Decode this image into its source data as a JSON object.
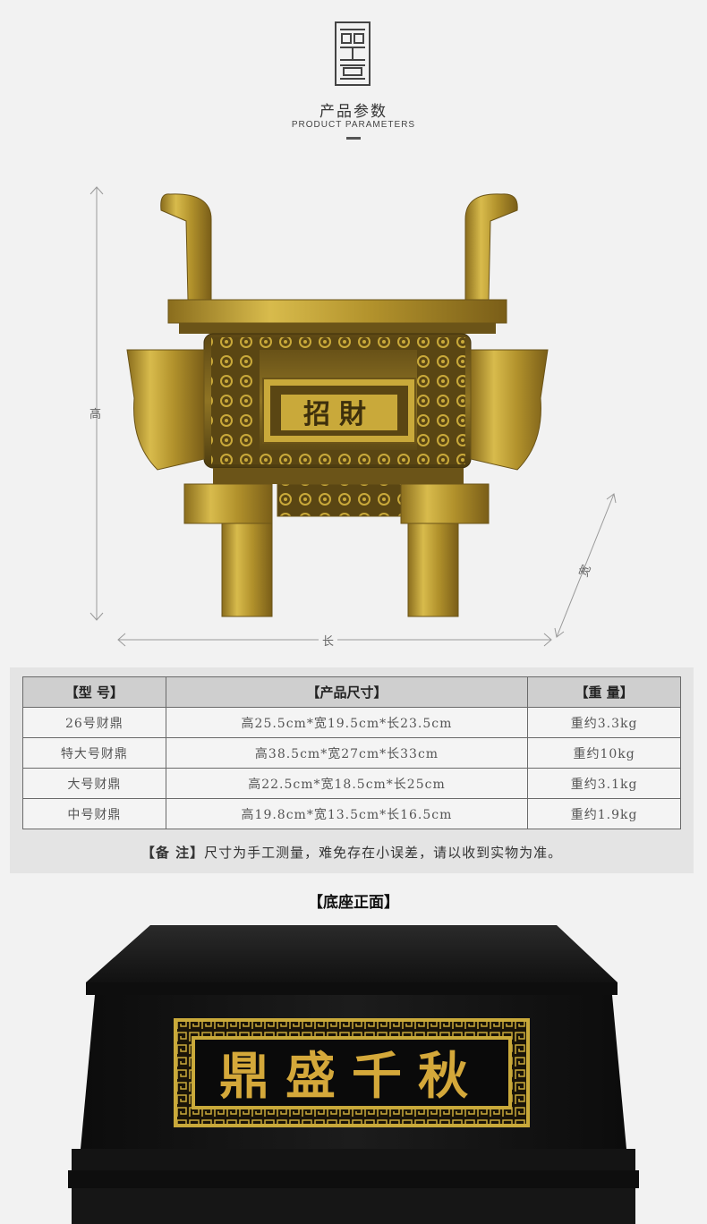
{
  "header": {
    "title_zh": "产品参数",
    "title_en": "PRODUCT PARAMETERS"
  },
  "dimensions": {
    "height_label": "高",
    "length_label": "长",
    "width_label": "宽"
  },
  "product": {
    "plaque_text": "招財"
  },
  "spec_table": {
    "headers": [
      "【型 号】",
      "【产品尺寸】",
      "【重 量】"
    ],
    "rows": [
      [
        "26号财鼎",
        "高25.5cm*宽19.5cm*长23.5cm",
        "重约3.3kg"
      ],
      [
        "特大号财鼎",
        "高38.5cm*宽27cm*长33cm",
        "重约10kg"
      ],
      [
        "大号财鼎",
        "高22.5cm*宽18.5cm*长25cm",
        "重约3.1kg"
      ],
      [
        "中号财鼎",
        "高19.8cm*宽13.5cm*长16.5cm",
        "重约1.9kg"
      ]
    ],
    "note_label": "【备 注】",
    "note_text": "尺寸为手工测量，难免存在小误差，请以收到实物为准。"
  },
  "base": {
    "caption": "【底座正面】",
    "plaque_text": "鼎盛千秋"
  },
  "colors": {
    "gold": "#c9a93a",
    "dark_gold": "#6b5418",
    "base_black": "#111111"
  }
}
